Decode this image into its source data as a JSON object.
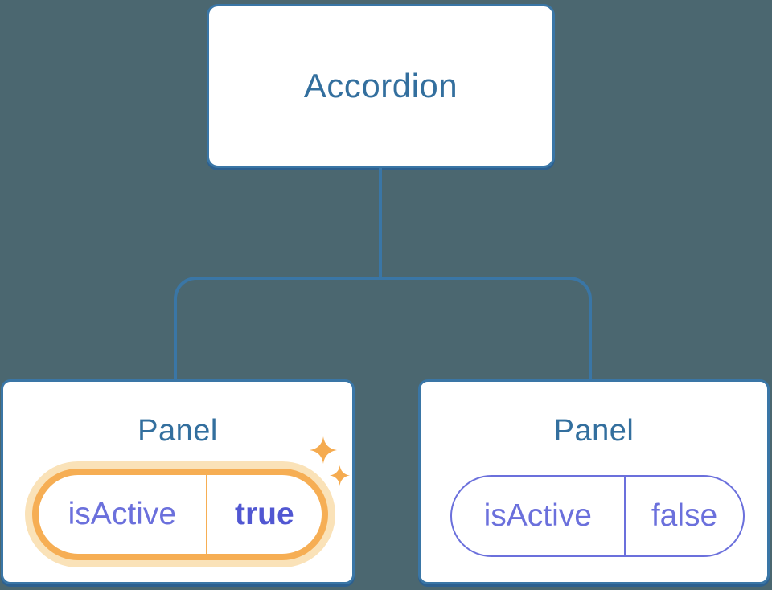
{
  "colors": {
    "background": "#4b6770",
    "node_border": "#3a76a6",
    "node_shadow": "#2d608f",
    "node_bg": "#ffffff",
    "node_text": "#336f9e",
    "state_text": "#6b70dc",
    "state_value_active_text": "#5157d2",
    "highlight_ring": "#f6ae54",
    "highlight_glow": "#fae2b8",
    "sparkle": "#f5ab50"
  },
  "icons": {
    "sparkle_large": "sparkle-icon",
    "sparkle_small": "sparkle-icon"
  },
  "tree": {
    "root": {
      "label": "Accordion"
    },
    "children": [
      {
        "label": "Panel",
        "highlighted": true,
        "state": {
          "key": "isActive",
          "value": "true"
        }
      },
      {
        "label": "Panel",
        "highlighted": false,
        "state": {
          "key": "isActive",
          "value": "false"
        }
      }
    ]
  }
}
